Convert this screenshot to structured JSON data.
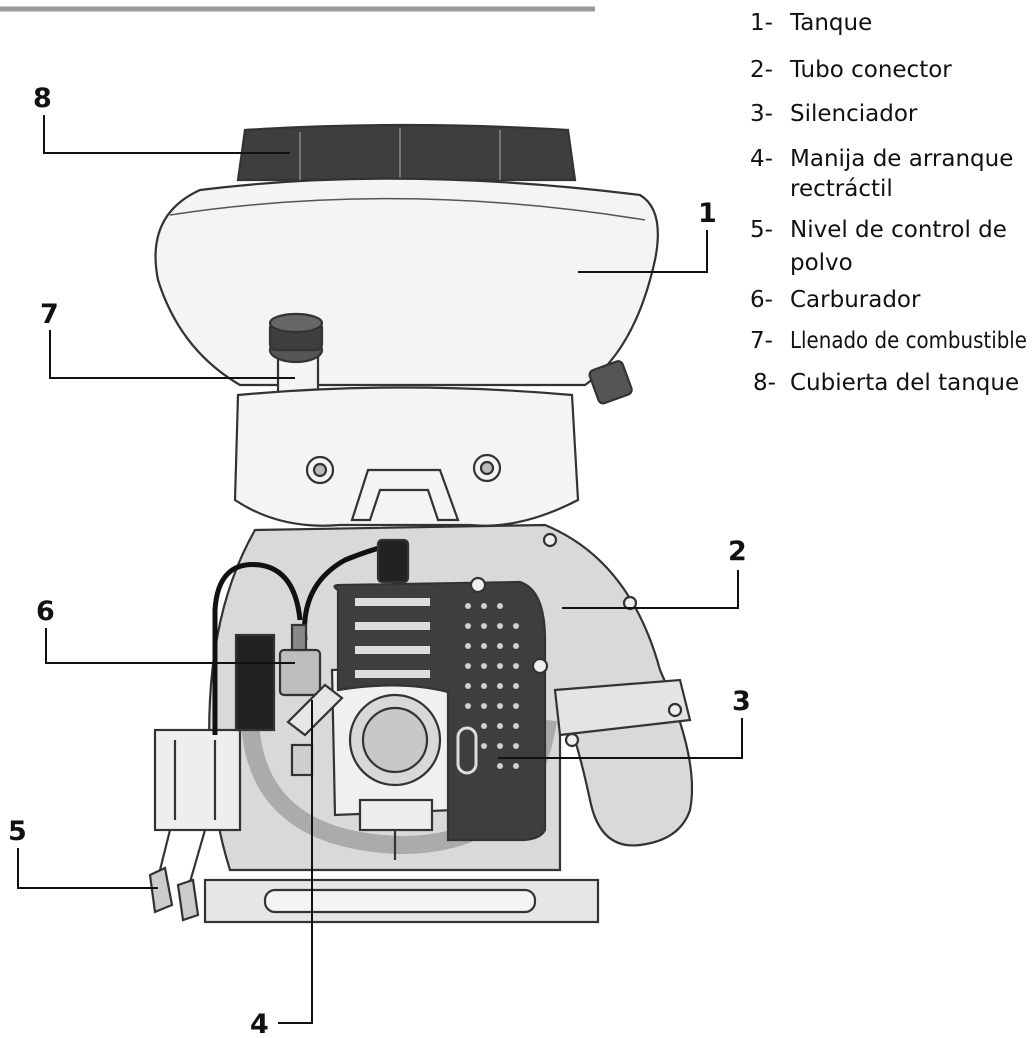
{
  "callouts": [
    {
      "number": "1",
      "text": "Tanque"
    },
    {
      "number": "2",
      "text": "Tubo conector"
    },
    {
      "number": "3",
      "text": "Silenciador"
    },
    {
      "number": "4",
      "text": "Manija de arranque",
      "text2": "rectráctil"
    },
    {
      "number": "5",
      "text": "Nivel de control de",
      "text2": "polvo"
    },
    {
      "number": "6",
      "text": "Carburador"
    },
    {
      "number": "7",
      "text": "Llenado de combustible"
    },
    {
      "number": "8",
      "text": "Cubierta del tanque"
    }
  ],
  "colors": {
    "ink": "#111111",
    "outline": "#333333",
    "light_fill": "#f4f4f4",
    "mid_fill": "#d9d9d9",
    "dark_fill": "#3e3e3e",
    "top_rule": "#9a9a9a"
  }
}
